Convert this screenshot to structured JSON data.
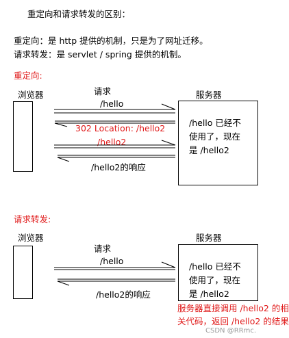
{
  "heading": "重定向和请求转发的区别：",
  "definitions": {
    "redirect": "重定向：是 http 提供的机制，只是为了网址迁移。",
    "forward": "请求转发：是 servlet / spring 提供的机制。"
  },
  "redirect_section": {
    "title": "重定向:",
    "browser_label": "浏览器",
    "server_label": "服务器",
    "request_label": "请求",
    "hello_path": "/hello",
    "redirect_response": "302 Location: /hello2",
    "hello2_path": "/hello2",
    "hello2_response": "/hello2的响应",
    "server_note": [
      "/hello 已经不",
      "使用了，现在",
      "是 /hello2"
    ]
  },
  "forward_section": {
    "title": "请求转发:",
    "browser_label": "浏览器",
    "server_label": "服务器",
    "request_label": "请求",
    "hello_path": "/hello",
    "hello2_response": "/hello2的响应",
    "server_note": [
      "/hello 已经不",
      "使用了，现在",
      "是 /hello2"
    ],
    "annotation": [
      "服务器直接调用 /hello2 的相",
      "关代码，返回 /hello2 的结果"
    ]
  },
  "watermark": "CSDN @RRmc.",
  "colors": {
    "accent_red": "#e01818",
    "line": "#000000"
  }
}
